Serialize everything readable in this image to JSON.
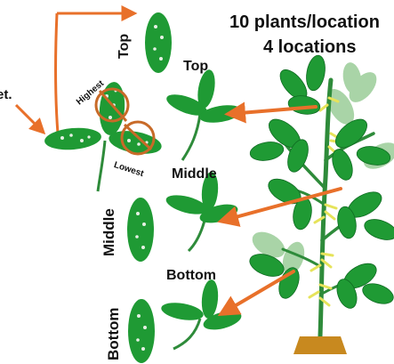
{
  "title_line1": "10 plants/location",
  "title_line2": "4 locations",
  "label_left_partial": "et.",
  "position_labels": {
    "top": "Top",
    "middle": "Middle",
    "bottom": "Bottom"
  },
  "leaf_side_labels": {
    "top": "Top",
    "middle": "Middle",
    "bottom": "Bottom"
  },
  "leaflet_rank_labels": {
    "highest": "Highest",
    "lowest": "Lowest"
  },
  "colors": {
    "leaf_green": "#1f9a34",
    "leaf_dark": "#0f6b22",
    "leaf_faded": "#a9d4a7",
    "stem": "#2e8b3a",
    "arrow": "#e8702a",
    "circle": "#c86a28",
    "flower": "#e6e35a",
    "pot": "#c8891f",
    "lesion": "#e6f0e4"
  }
}
